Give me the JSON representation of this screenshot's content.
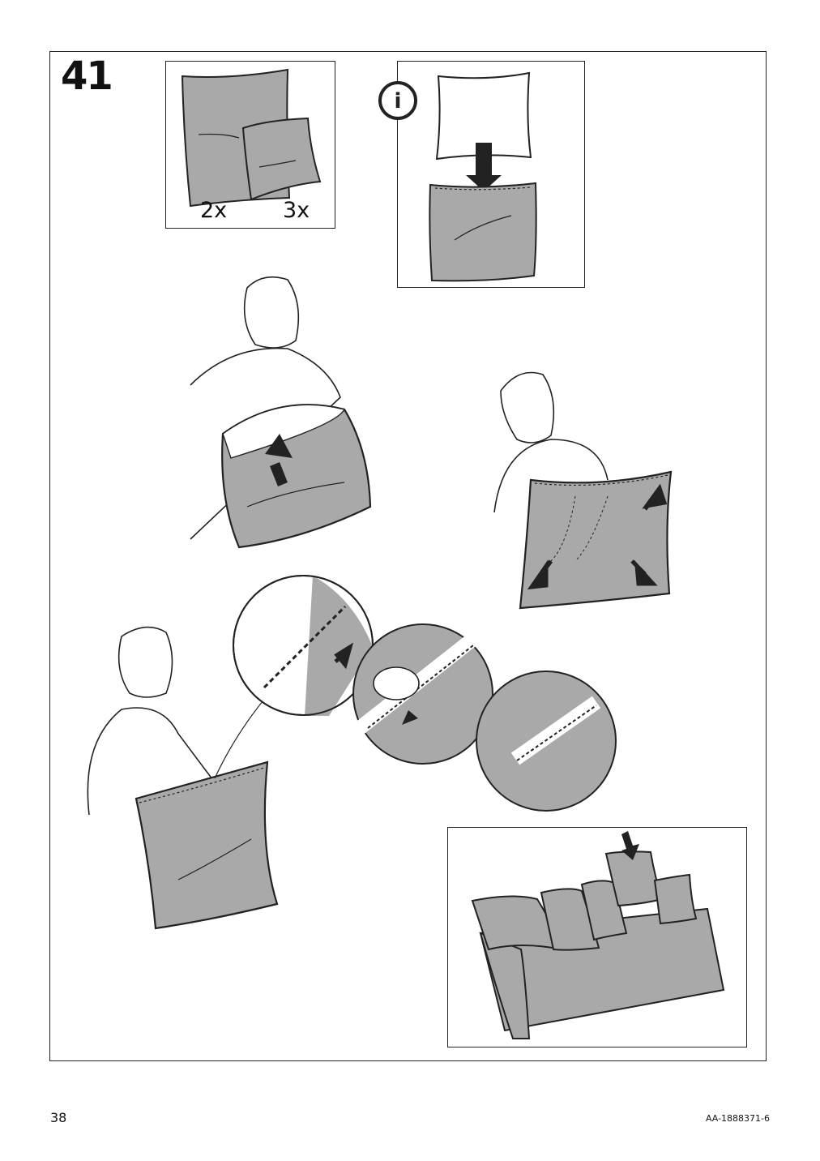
{
  "step": {
    "number": "41"
  },
  "cushion_counts": {
    "large": "2x",
    "small": "3x"
  },
  "info_icon": {
    "glyph": "i"
  },
  "footer": {
    "page_number": "38",
    "document_code": "AA-1888371-6"
  },
  "colors": {
    "fabric": "#a9a9a9",
    "line": "#222222",
    "paper": "#ffffff"
  }
}
